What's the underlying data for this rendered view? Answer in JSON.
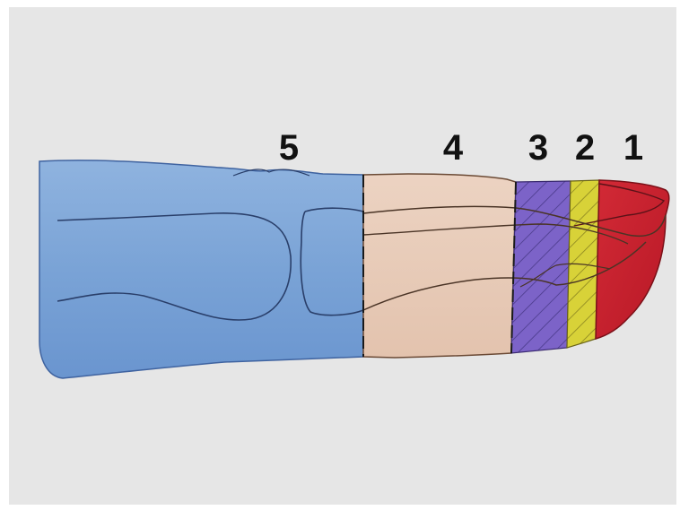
{
  "diagram": {
    "zones": [
      {
        "id": "1",
        "label": "1",
        "color": "#cc2030"
      },
      {
        "id": "2",
        "label": "2",
        "color": "#d8d238"
      },
      {
        "id": "3",
        "label": "3",
        "color": "#7c63c8"
      },
      {
        "id": "4",
        "label": "4",
        "color": "#e8cbb8"
      },
      {
        "id": "5",
        "label": "5",
        "color": "#7fa6d6"
      }
    ],
    "background_color": "#e6e6e6",
    "outline_color": "#3a2a20"
  }
}
